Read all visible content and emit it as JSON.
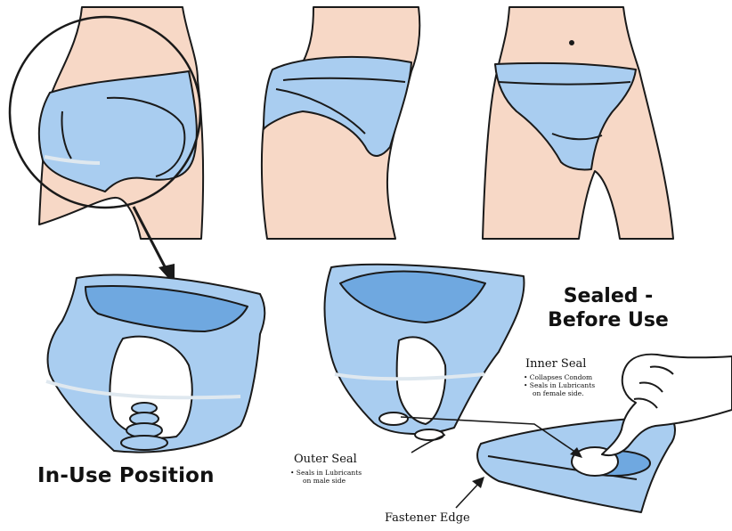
{
  "labels": {
    "in_use_position": "In-Use Position",
    "sealed_line1": "Sealed -",
    "sealed_line2": "Before Use",
    "inner_seal": "Inner Seal",
    "inner_seal_note1": "• Collapses Condom",
    "inner_seal_note2": "• Seals in Lubricants",
    "inner_seal_note3": "on female side.",
    "outer_seal": "Outer Seal",
    "outer_seal_note1": "• Seals in Lubricants",
    "outer_seal_note2": "on male side",
    "fastener_edge": "Fastener Edge"
  },
  "colors": {
    "skin": "#f7d8c6",
    "fabric": "#a9cdf0",
    "fabric_dark": "#6fa8e0",
    "outline": "#1a1a1a",
    "seam": "#dfe8ef"
  }
}
